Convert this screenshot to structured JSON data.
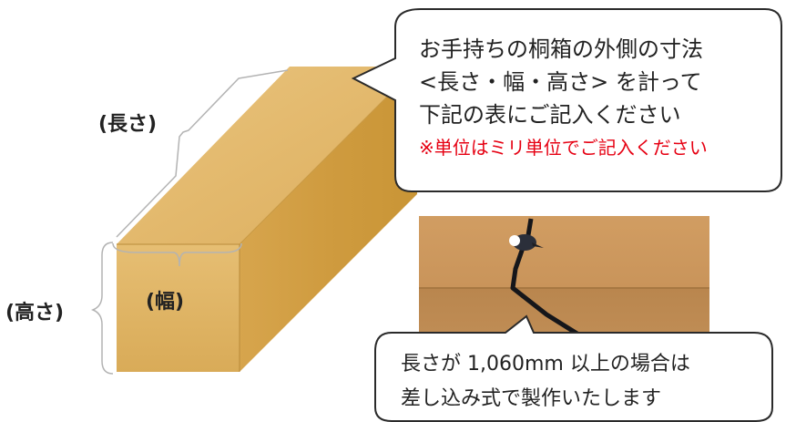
{
  "box": {
    "length_label": "(長さ)",
    "height_label": "(高さ)",
    "width_label": "(幅)"
  },
  "instruction_bubble": {
    "line1": "お手持ちの桐箱の外側の寸法",
    "line2": "<長さ・幅・高さ> を計って",
    "line3": "下記の表にご記入ください",
    "note": "※単位はミリ単位でご記入ください"
  },
  "detail_bubble": {
    "line1": "長さが 1,060mm 以上の場合は",
    "line2": "差し込み式で製作いたします"
  },
  "colors": {
    "note": "#e60012",
    "wood_top": "#e6bd72",
    "wood_side": "#d6a44a",
    "wood_front": "#ddb05e",
    "cardboard": "#c9945a"
  }
}
